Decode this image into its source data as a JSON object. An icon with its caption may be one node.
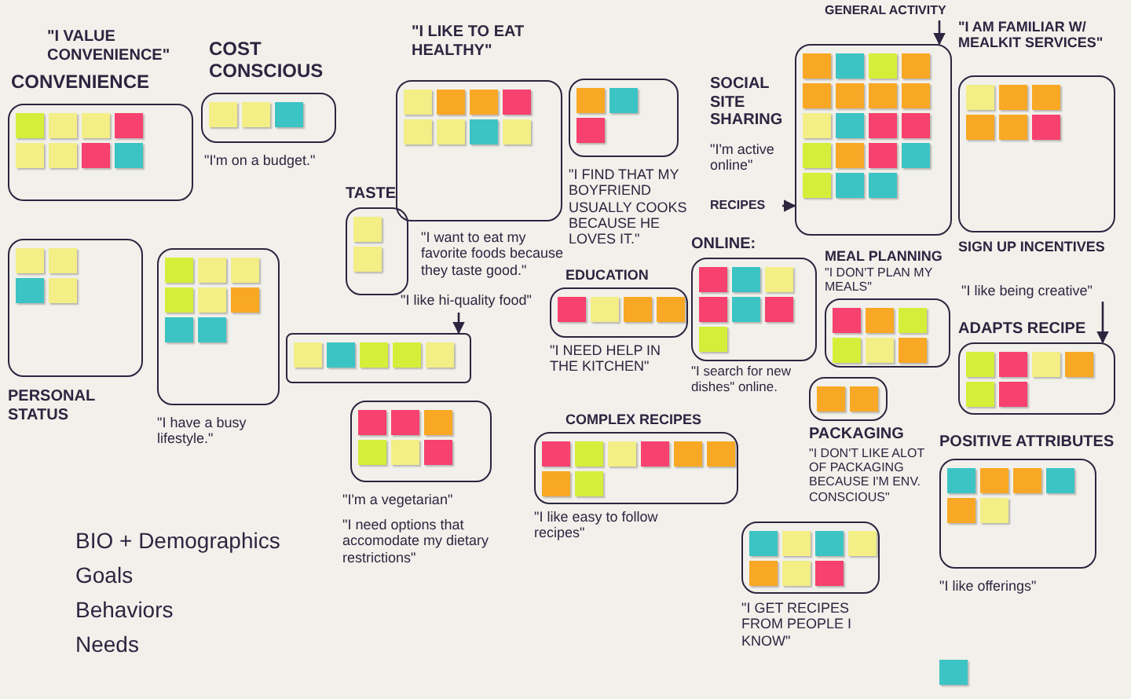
{
  "diagram": {
    "nodes": [
      {
        "text": [
          "\"I VALUE CONVENIENCE\"",
          "CONVENIENCE"
        ]
      },
      {
        "text": [
          "COST CONSCIOUS",
          "\"I'm on a budget.\""
        ]
      },
      {
        "text": [
          "PERSONAL STATUS"
        ]
      },
      {
        "text": [
          "\"I have a busy lifestyle.\""
        ]
      },
      {
        "text": [
          "TASTE",
          "\"I want to eat my favorite foods because they taste good.\""
        ]
      },
      {
        "text": [
          "\"I LIKE TO EAT HEALTHY\""
        ]
      },
      {
        "text": [
          "\"I like hi-quality food\""
        ]
      },
      {
        "text": [],
        "shape": "box"
      },
      {
        "text": [
          "\"I'm a vegetarian\"",
          "\"I need options that accomodate my dietary restrictions\""
        ]
      },
      {
        "text": [
          "\"I FIND THAT MY BOYFRIEND USUALLY COOKS BECAUSE HE LOVES IT.\""
        ]
      },
      {
        "text": [
          "ONLINE:",
          "\"I search for new dishes\" online."
        ]
      },
      {
        "text": [
          "EDUCATION",
          "\"I NEED HELP IN THE KITCHEN\""
        ]
      },
      {
        "text": [
          "COMPLEX RECIPES",
          "\"I like easy to follow recipes\""
        ]
      },
      {
        "text": [
          "\"I GET RECIPES FROM PEOPLE I KNOW\""
        ]
      },
      {
        "text": [
          "SOCIAL SITE SHARING",
          "\"I'm active online\""
        ]
      },
      {
        "text": [
          "GENERAL ACTIVITY"
        ]
      },
      {
        "text": [
          "RECIPES"
        ]
      },
      {
        "text": [
          "MEAL PLANNING",
          "\"I DON'T PLAN MY MEALS\""
        ]
      },
      {
        "text": [
          "PACKAGING",
          "\"I DON'T LIKE ALOT OF PACKAGING BECAUSE I'M ENV. CONSCIOUS\""
        ]
      },
      {
        "text": [
          "\"I AM FAMILIAR W/ MEALKIT SERVICES\"",
          "SIGN UP INCENTIVES"
        ]
      },
      {
        "text": [
          "\"I like being creative\""
        ]
      },
      {
        "text": [
          "ADAPTS RECIPE"
        ]
      },
      {
        "text": [
          "POSITIVE ATTRIBUTES",
          "\"I like offerings\""
        ]
      }
    ],
    "edges": [
      {
        "from": 6,
        "to": 7,
        "arrow": "to"
      },
      {
        "from": 15,
        "to": 14,
        "arrow": "to"
      },
      {
        "from": 16,
        "to": 14,
        "arrow": "to"
      },
      {
        "from": 20,
        "to": 21,
        "arrow": "to"
      }
    ],
    "labels": [
      "BIO + Demographics",
      "Goals",
      "Behaviors",
      "Needs"
    ]
  }
}
